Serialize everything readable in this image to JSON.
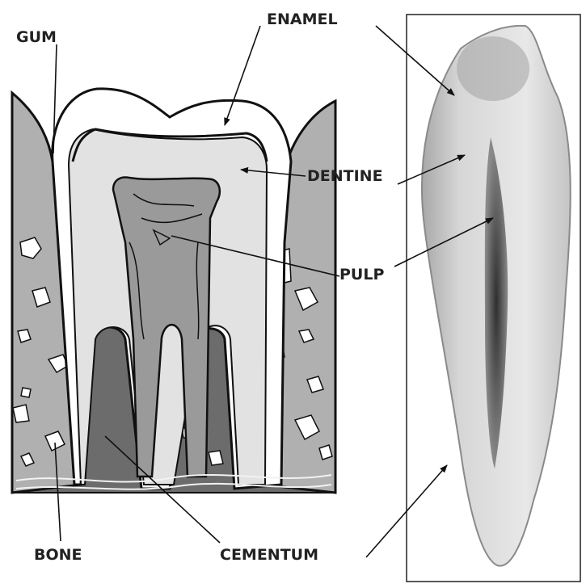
{
  "labels": {
    "gum": "GUM",
    "enamel": "ENAMEL",
    "dentine": "DENTINE",
    "pulp": "PULP",
    "bone": "BONE",
    "cementum": "CEMENTUM"
  },
  "colors": {
    "outline": "#111111",
    "enamel_fill": "#ffffff",
    "dentine_fill": "#e2e2e2",
    "pulp_fill": "#9a9a9a",
    "gum_fill": "#b5b5b5",
    "bone_fill": "#6c6c6c",
    "photo_light": "#d8d8d8",
    "photo_dark": "#4a4a4a"
  }
}
